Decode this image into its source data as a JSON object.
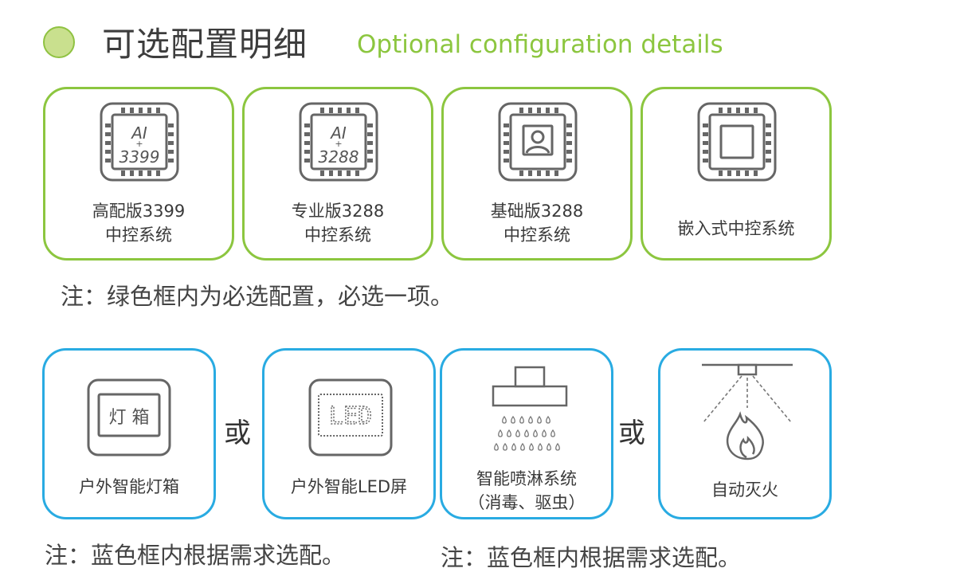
{
  "header": {
    "title_zh": "可选配置明细",
    "title_en": "Optional configuration details"
  },
  "colors": {
    "green": "#8cc63f",
    "blue": "#29abe2",
    "icon_gray": "#666666"
  },
  "chips": {
    "chip1": {
      "line1": "AI",
      "plus": "+",
      "line2": "3399"
    },
    "chip2": {
      "line1": "AI",
      "plus": "+",
      "line2": "3288"
    }
  },
  "required": {
    "cards": [
      {
        "icon": "chip-ai-3399-icon",
        "line1": "高配版3399",
        "line2": "中控系统"
      },
      {
        "icon": "chip-ai-3288-icon",
        "line1": "专业版3288",
        "line2": "中控系统"
      },
      {
        "icon": "chip-face-icon",
        "line1": "基础版3288",
        "line2": "中控系统"
      },
      {
        "icon": "chip-blank-icon",
        "line1": "嵌入式中控系统"
      }
    ],
    "note": "注：绿色框内为必选配置，必选一项。"
  },
  "optional": {
    "lightbox": {
      "icon": "lightbox-icon",
      "icon_text": "灯 箱",
      "label": "户外智能灯箱"
    },
    "led": {
      "icon": "led-screen-icon",
      "icon_text": "LED",
      "label": "户外智能LED屏"
    },
    "spray": {
      "icon": "spray-icon",
      "line1": "智能喷淋系统",
      "line2": "（消毒、驱虫）"
    },
    "fire": {
      "icon": "fire-extinguish-icon",
      "label": "自动灭火"
    },
    "or_text": "或",
    "note_left": "注：蓝色框内根据需求选配。",
    "note_right": "注：蓝色框内根据需求选配。"
  }
}
